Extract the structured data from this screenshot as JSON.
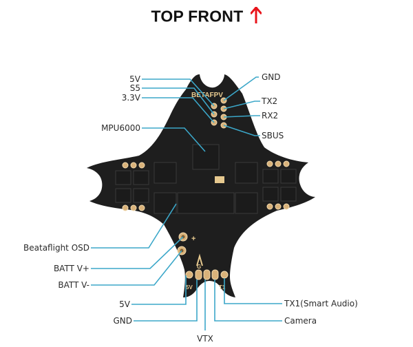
{
  "header": {
    "title": "TOP FRONT",
    "arrow_icon": "up-arrow-icon",
    "arrow_color": "#e8141b"
  },
  "board": {
    "brand_silkscreen": "BETAFPV",
    "silk_5v": "5V",
    "silk_g": "G",
    "silk_t1": "T1",
    "silk_plus": "+",
    "board_color": "#1e1e1e",
    "pad_color": "#d9b27a"
  },
  "leader_color": "#3ba7c9",
  "labels": {
    "top_left": [
      "5V",
      "S5",
      "3.3V"
    ],
    "mpu": "MPU6000",
    "top_right": [
      "GND",
      "TX2",
      "RX2",
      "SBUS"
    ],
    "osd": "Beataflight OSD",
    "batt_pos": "BATT V+",
    "batt_neg": "BATT V-",
    "bottom_5v": "5V",
    "bottom_gnd": "GND",
    "vtx": "VTX",
    "tx1": "TX1(Smart Audio)",
    "camera": "Camera"
  }
}
